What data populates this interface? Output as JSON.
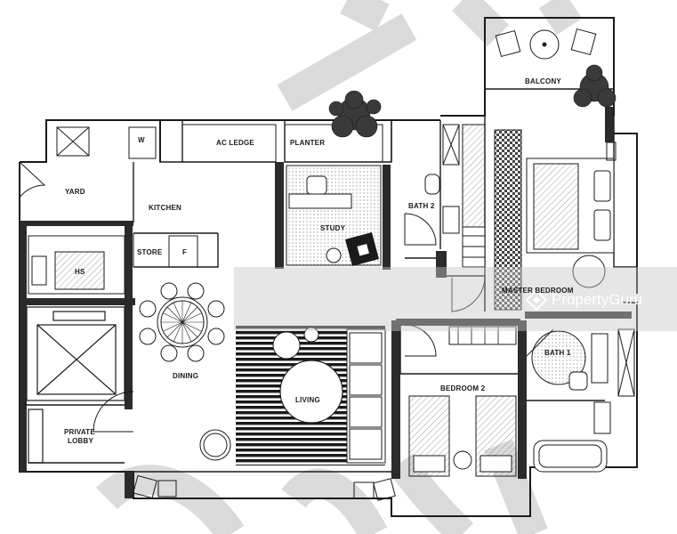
{
  "rooms": {
    "yard": "YARD",
    "kitchen": "KITCHEN",
    "w": "W",
    "ac_ledge": "AC LEDGE",
    "planter": "PLANTER",
    "study": "STUDY",
    "bath2": "BATH 2",
    "balcony": "BALCONY",
    "master_bedroom": "MASTER BEDROOM",
    "hs": "HS",
    "store": "STORE",
    "f": "F",
    "dining": "DINING",
    "living": "LIVING",
    "bedroom2": "BEDROOM 2",
    "bath1": "BATH 1",
    "private_lobby_1": "PRIVATE",
    "private_lobby_2": "LOBBY"
  },
  "watermark": {
    "brand": "PropertyGuru"
  },
  "colors": {
    "wall": "#1a1a1a",
    "wall_fill": "#2b2b2b",
    "hatch": "#9a9a9a",
    "foliage": "#3a3a3a",
    "watermark_bar": "#c8c8c8"
  }
}
